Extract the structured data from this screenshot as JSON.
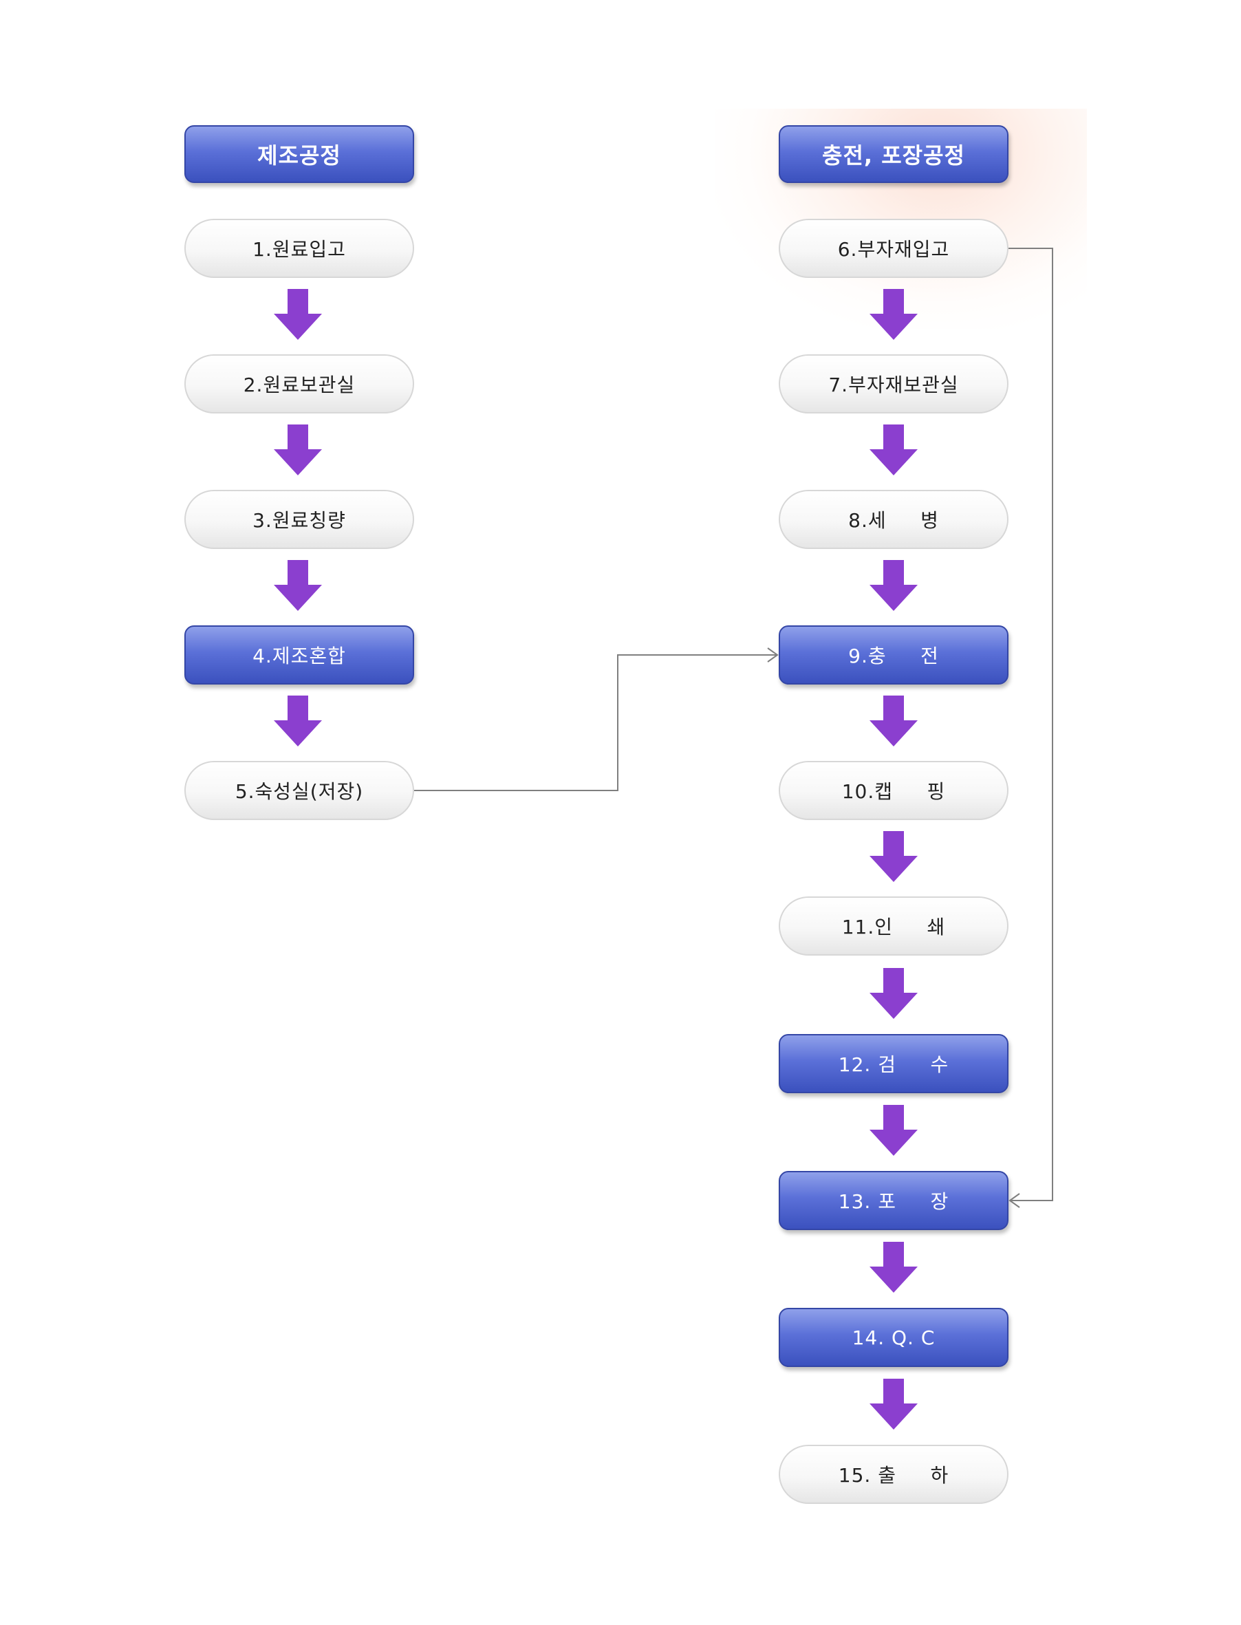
{
  "colors": {
    "arrow": "#8b3fcf",
    "blue_box": "#5b70d8",
    "plain_box": "#f4f4f4",
    "connector": "#7f7f7f"
  },
  "headers": {
    "left": "제조공정",
    "right": "충전, 포장공정"
  },
  "steps": {
    "s1": "1.원료입고",
    "s2": "2.원료보관실",
    "s3": "3.원료칭량",
    "s4": "4.제조혼합",
    "s5": "5.숙성실(저장)",
    "s6": "6.부자재입고",
    "s7": "7.부자재보관실",
    "s8": "8.세     병",
    "s9": "9.충     전",
    "s10": "10.캡     핑",
    "s11": "11.인     쇄",
    "s12": "12. 검     수",
    "s13": "13. 포     장",
    "s14": "14. Q. C",
    "s15": "15. 출     하"
  }
}
